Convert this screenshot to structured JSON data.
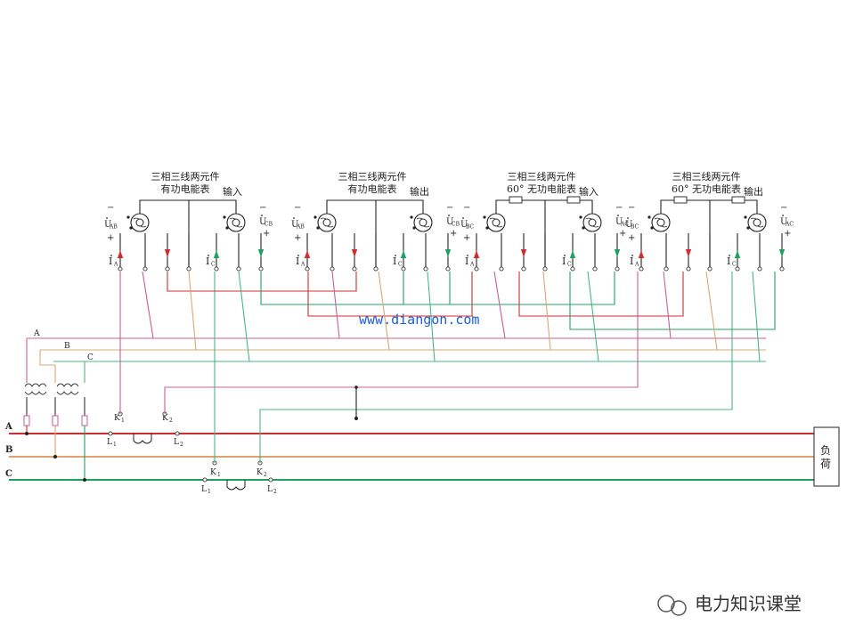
{
  "meters": [
    {
      "title1": "三相三线两元件",
      "title2": "有功电能表",
      "tag": "输入",
      "u_left": {
        "main": "U",
        "sub": "AB"
      },
      "u_right": {
        "main": "U",
        "sub": "CB"
      },
      "i_left": {
        "main": "I",
        "sub": "A"
      },
      "i_right": {
        "main": "I",
        "sub": "C"
      }
    },
    {
      "title1": "三相三线两元件",
      "title2": "有功电能表",
      "tag": "输出",
      "u_left": {
        "main": "U",
        "sub": "AB"
      },
      "u_right": {
        "main": "U",
        "sub": "CB"
      },
      "i_left": {
        "main": "I",
        "sub": "A"
      },
      "i_right": {
        "main": "I",
        "sub": "C"
      }
    },
    {
      "title1": "三相三线两元件",
      "title2": "60°  无功电能表",
      "tag": "输入",
      "u_left": {
        "main": "U",
        "sub": "BC"
      },
      "u_right": {
        "main": "U",
        "sub": "AC"
      },
      "i_left": {
        "main": "I",
        "sub": "A"
      },
      "i_right": {
        "main": "I",
        "sub": "C"
      }
    },
    {
      "title1": "三相三线两元件",
      "title2": "60°  无功电能表",
      "tag": "输出",
      "u_left": {
        "main": "U",
        "sub": "BC"
      },
      "u_right": {
        "main": "U",
        "sub": "AC"
      },
      "i_left": {
        "main": "I",
        "sub": "A"
      },
      "i_right": {
        "main": "I",
        "sub": "C"
      }
    }
  ],
  "signs": {
    "minus": "−",
    "plus": "+"
  },
  "phases": {
    "a": "A",
    "b": "B",
    "c": "C"
  },
  "ct": {
    "k1": "K",
    "k1_sub": "1",
    "k2": "K",
    "k2_sub": "2",
    "l1": "L",
    "l1_sub": "1",
    "l2": "L",
    "l2_sub": "2"
  },
  "load": {
    "line1": "负",
    "line2": "荷"
  },
  "watermark": "www.diangon.com",
  "brand": "电力知识课堂",
  "colors": {
    "a": "#cc2f2f",
    "b": "#e0a070",
    "c": "#23a060",
    "pa": "#c2609a",
    "pb": "#d8a878",
    "pc": "#4db487",
    "wire": "#222222"
  }
}
